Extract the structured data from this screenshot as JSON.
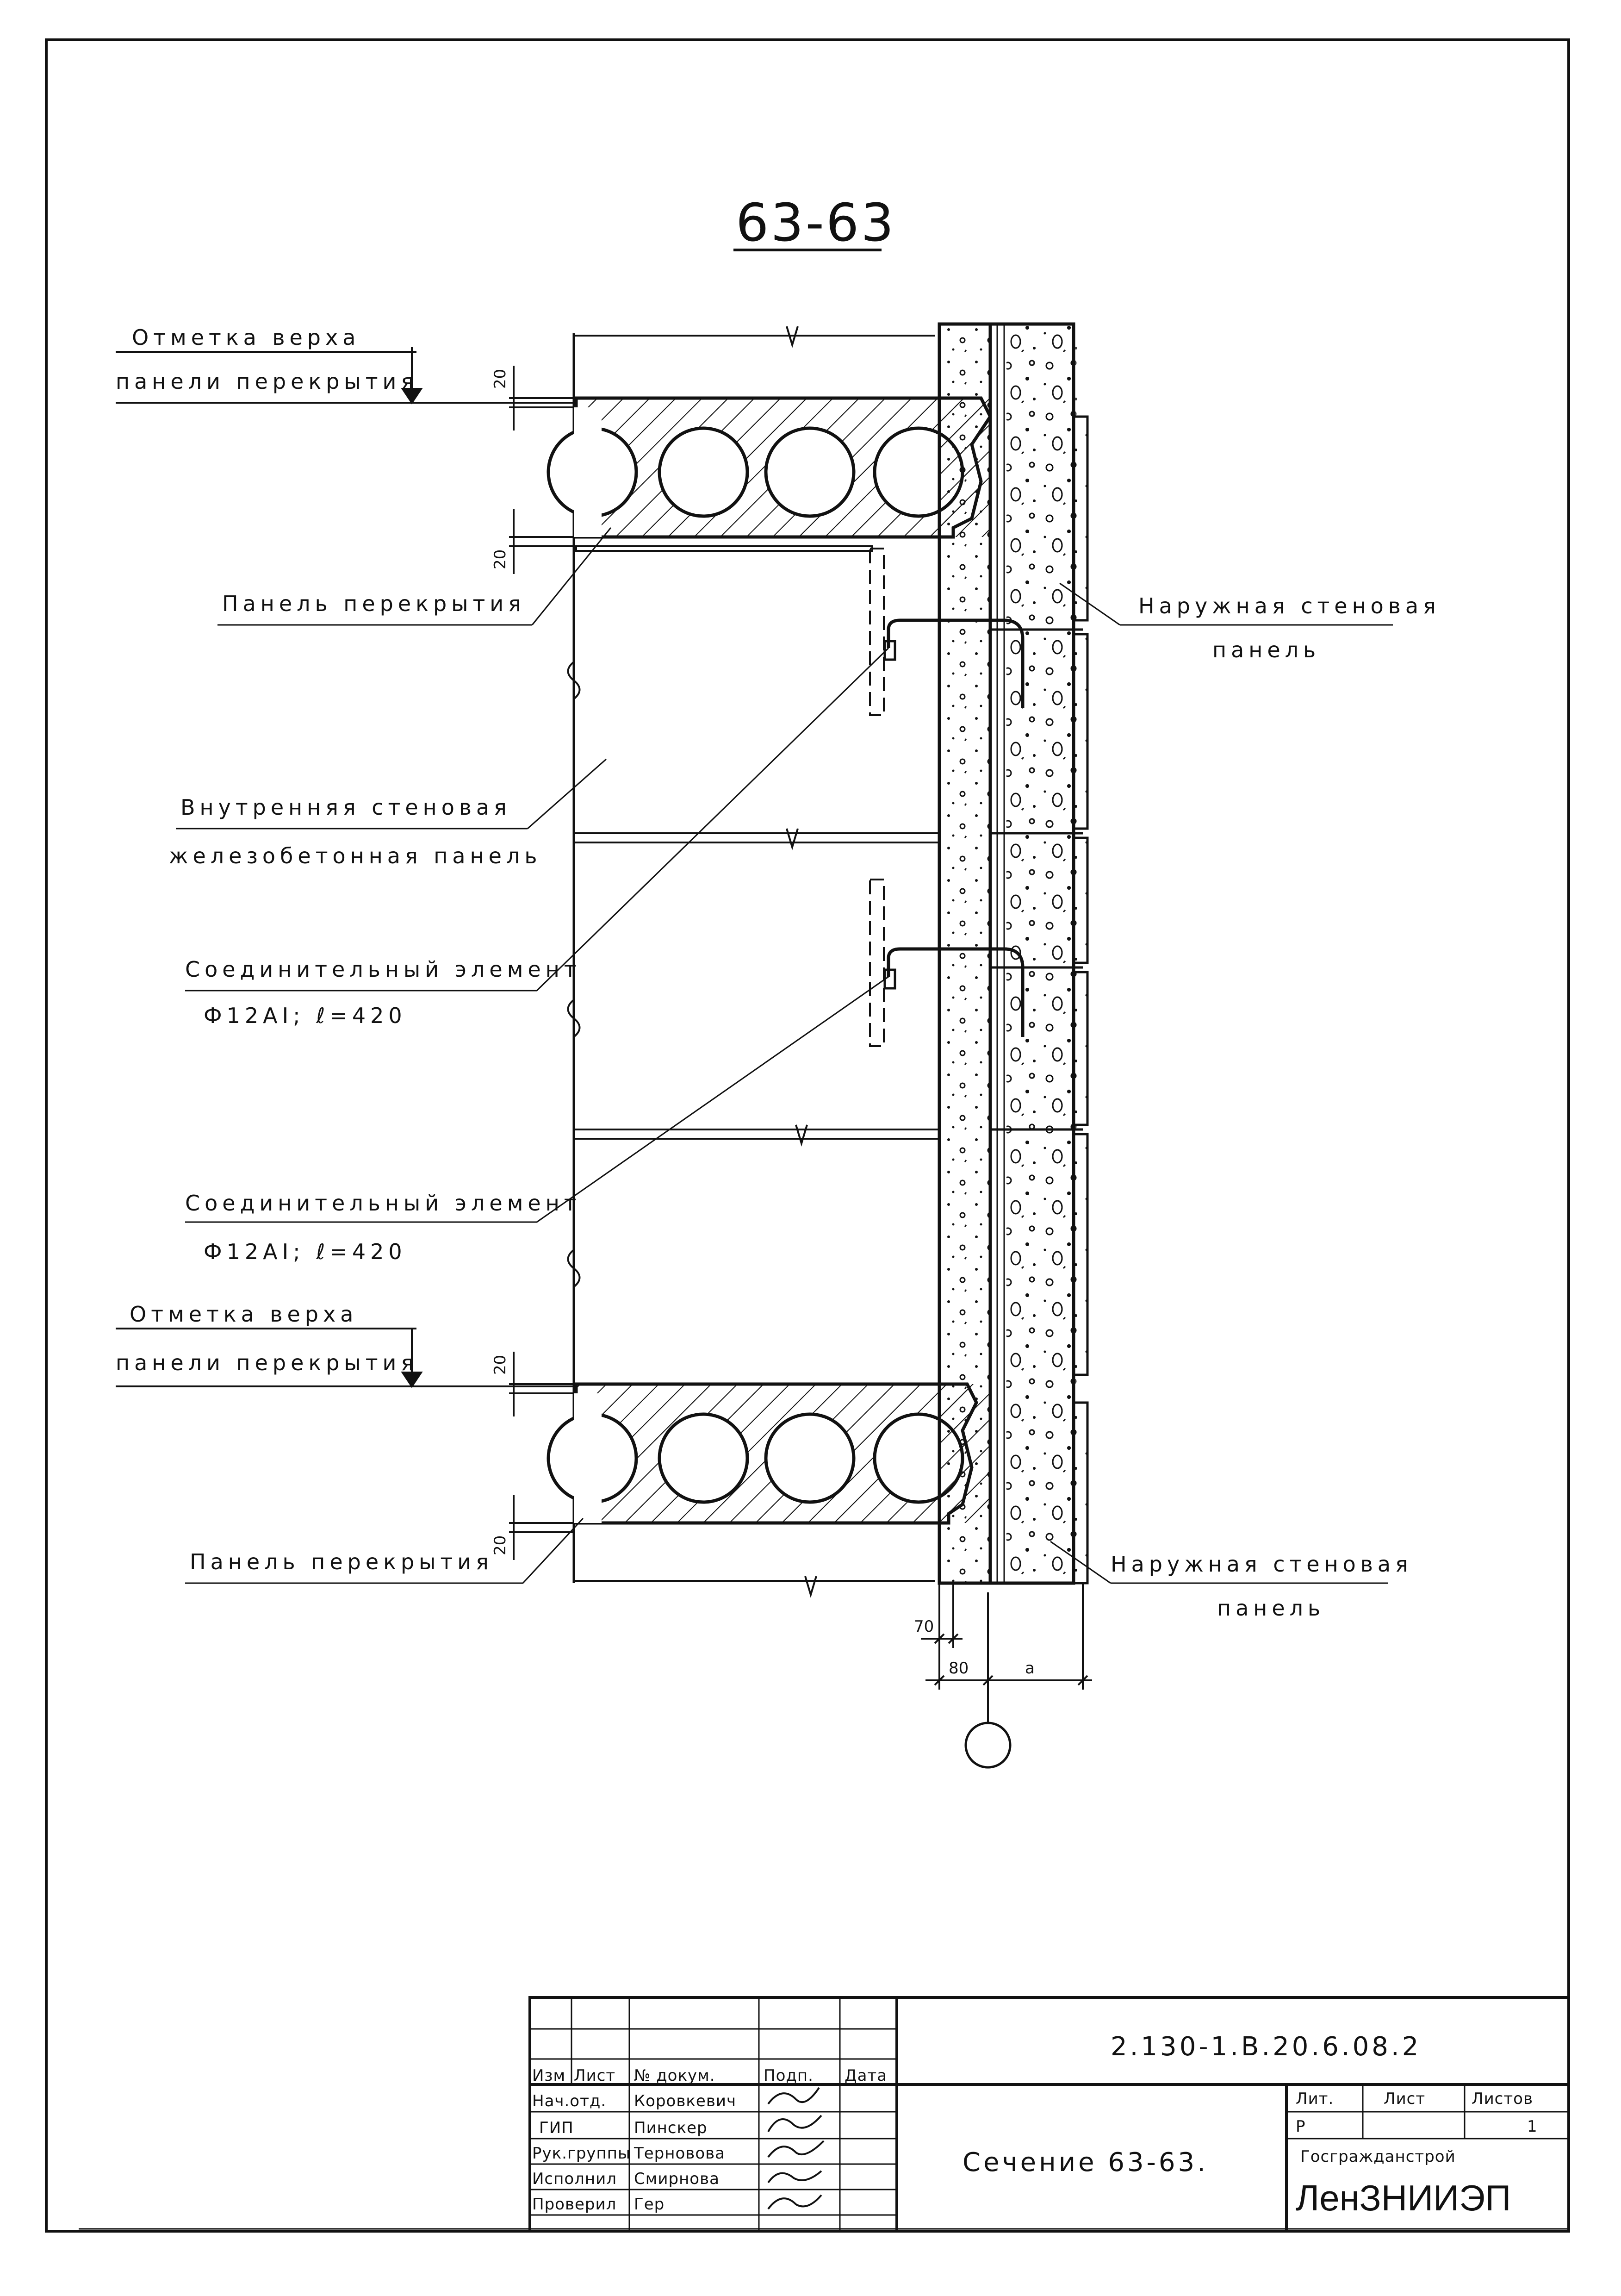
{
  "drawing": {
    "section_title": "63-63",
    "labels": {
      "mark_top_1_line1": "Отметка верха",
      "mark_top_1_line2": "панели перекрытия",
      "floor_panel_1": "Панель перекрытия",
      "outer_wall_1_line1": "Наружная стеновая",
      "outer_wall_1_line2": "панель",
      "inner_wall_line1": "Внутренняя стеновая",
      "inner_wall_line2": "железобетонная панель",
      "connector_1_line1": "Соединительный элемент",
      "connector_1_line2": "Ф12АI; ℓ=420",
      "connector_2_line1": "Соединительный элемент",
      "connector_2_line2": "Ф12АI; ℓ=420",
      "mark_top_2_line1": "Отметка верха",
      "mark_top_2_line2": "панели перекрытия",
      "floor_panel_2": "Панель перекрытия",
      "outer_wall_2_line1": "Наружная стеновая",
      "outer_wall_2_line2": "панель"
    },
    "dimensions": {
      "gap_20_a": "20",
      "gap_20_b": "20",
      "gap_20_c": "20",
      "gap_20_d": "20",
      "dim_70": "70",
      "dim_80": "80",
      "dim_a": "a"
    }
  },
  "title_block": {
    "doc_code": "2.130-1.В.20.6.08.2",
    "sheet_title": "Сечение 63-63.",
    "headers": {
      "izm": "Изм",
      "list": "Лист",
      "doc_no": "№ докум.",
      "sign": "Подп.",
      "date": "Дата"
    },
    "people": [
      {
        "role": "Нач.отд.",
        "name": "Коровкевич"
      },
      {
        "role": "ГИП",
        "name": "Пинскер"
      },
      {
        "role": "Рук.группы",
        "name": "Терновова"
      },
      {
        "role": "Исполнил",
        "name": "Смирнова"
      },
      {
        "role": "Проверил",
        "name": "Гер"
      }
    ],
    "stage_header": "Лит.",
    "sheet_header": "Лист",
    "sheets_header": "Листов",
    "stage": "Р",
    "sheet": "1",
    "agency": "Госгражданстрой",
    "org": "ЛенЗНИИЭП"
  }
}
